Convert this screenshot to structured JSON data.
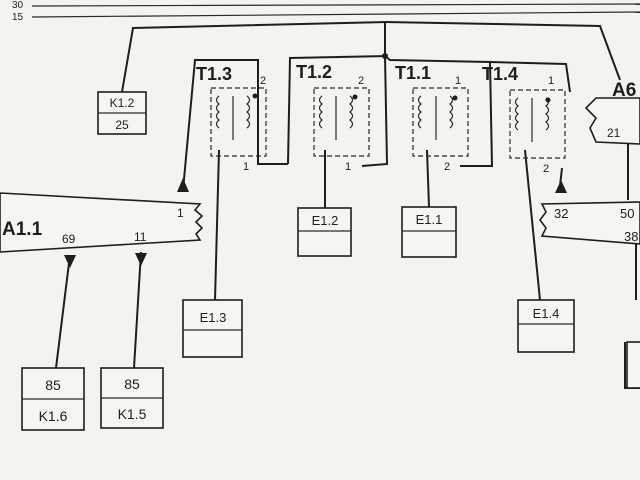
{
  "rails": {
    "rail_30": "30",
    "rail_15": "15"
  },
  "connectors": {
    "k1_2": {
      "name": "K1.2",
      "pin": "25"
    },
    "k1_6": {
      "pin": "85",
      "name": "K1.6"
    },
    "k1_5": {
      "pin": "85",
      "name": "K1.5"
    }
  },
  "coils": [
    {
      "name": "T1.3",
      "pin_top": "2",
      "pin_bottom": "1"
    },
    {
      "name": "T1.2",
      "pin_top": "2",
      "pin_bottom": "1"
    },
    {
      "name": "T1.1",
      "pin_top": "1",
      "pin_bottom": "2"
    },
    {
      "name": "T1.4",
      "pin_top": "1",
      "pin_bottom": "2"
    }
  ],
  "plugs": {
    "e1_3": "E1.3",
    "e1_2": "E1.2",
    "e1_1": "E1.1",
    "e1_4": "E1.4"
  },
  "modules": {
    "a1_1": {
      "name": "A1.1",
      "pin_in": "1",
      "pin_69": "69",
      "pin_11": "11"
    },
    "a6": {
      "name": "A6",
      "pin_21": "21",
      "pin_32": "32",
      "pin_50": "50",
      "pin_38": "38"
    }
  },
  "colors": {
    "paper": "#f3f3f0",
    "ink": "#1e1e1e"
  }
}
